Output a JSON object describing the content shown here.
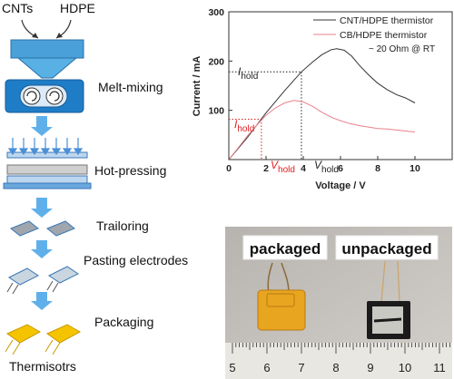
{
  "process": {
    "inputs": [
      "CNTs",
      "HDPE"
    ],
    "steps": [
      "Melt-mixing",
      "Hot-pressing",
      "Trailoring",
      "Pasting electrodes",
      "Packaging"
    ],
    "output": "Thermisotrs"
  },
  "chart_data": {
    "type": "line",
    "xlabel": "Voltage / V",
    "ylabel": "Current / mA",
    "xlim": [
      0,
      12
    ],
    "ylim": [
      0,
      300
    ],
    "xticks": [
      0,
      2,
      4,
      6,
      8,
      10
    ],
    "yticks": [
      100,
      200,
      300
    ],
    "grid": false,
    "legend_position": "top-right",
    "annotation": "~ 20 Ohm @ RT",
    "series": [
      {
        "name": "CNT/HDPE thermistor",
        "color": "#333333",
        "x": [
          0,
          1,
          2,
          3,
          3.9,
          4.5,
          5,
          5.5,
          5.8,
          6.2,
          6.6,
          7,
          7.5,
          8,
          8.5,
          9,
          9.5,
          10
        ],
        "y": [
          0,
          45,
          95,
          140,
          178,
          198,
          213,
          223,
          225,
          222,
          210,
          192,
          172,
          155,
          142,
          132,
          125,
          115
        ]
      },
      {
        "name": "CB/HDPE thermistor",
        "color": "#e8828c",
        "x": [
          0,
          0.5,
          1,
          1.5,
          2,
          2.5,
          3,
          3.5,
          4,
          4.5,
          5,
          5.5,
          6,
          6.5,
          7,
          7.5,
          8,
          8.5,
          9,
          9.5,
          10
        ],
        "y": [
          0,
          24,
          48,
          70,
          90,
          105,
          115,
          120,
          117,
          108,
          96,
          86,
          79,
          73,
          69,
          66,
          63,
          62,
          60,
          58,
          56
        ]
      }
    ],
    "hold_markers": [
      {
        "label_i": "I",
        "label_v": "V",
        "sub": "hold",
        "color": "#222222",
        "v": 3.9,
        "i": 178
      },
      {
        "label_i": "I",
        "label_v": "V",
        "sub": "hold",
        "color": "#e02020",
        "v": 1.75,
        "i": 82
      }
    ]
  },
  "photo": {
    "labels": [
      "packaged",
      "unpackaged"
    ],
    "ruler_numbers": [
      "5",
      "6",
      "7",
      "8",
      "9",
      "10",
      "11"
    ]
  }
}
